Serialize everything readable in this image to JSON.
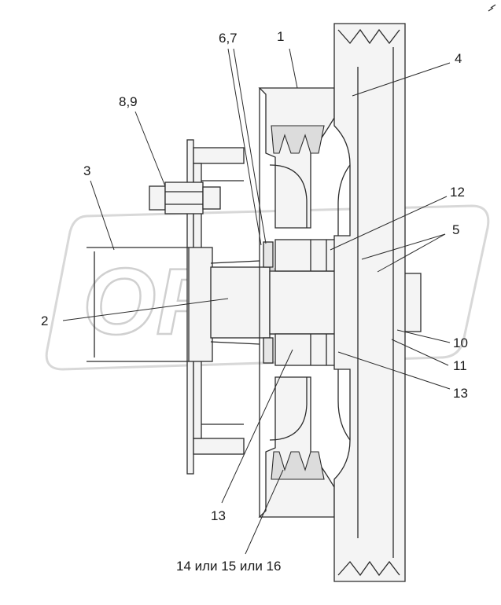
{
  "callouts": {
    "c1": "1",
    "c2": "2",
    "c3": "3",
    "c4": "4",
    "c5": "5",
    "c67": "6,7",
    "c89": "8,9",
    "c10": "10",
    "c11": "11",
    "c12": "12",
    "c13_left": "13",
    "c13_right": "13",
    "c_belt": "14 или 15 или 16"
  },
  "watermark": {
    "text": "OPEX"
  }
}
